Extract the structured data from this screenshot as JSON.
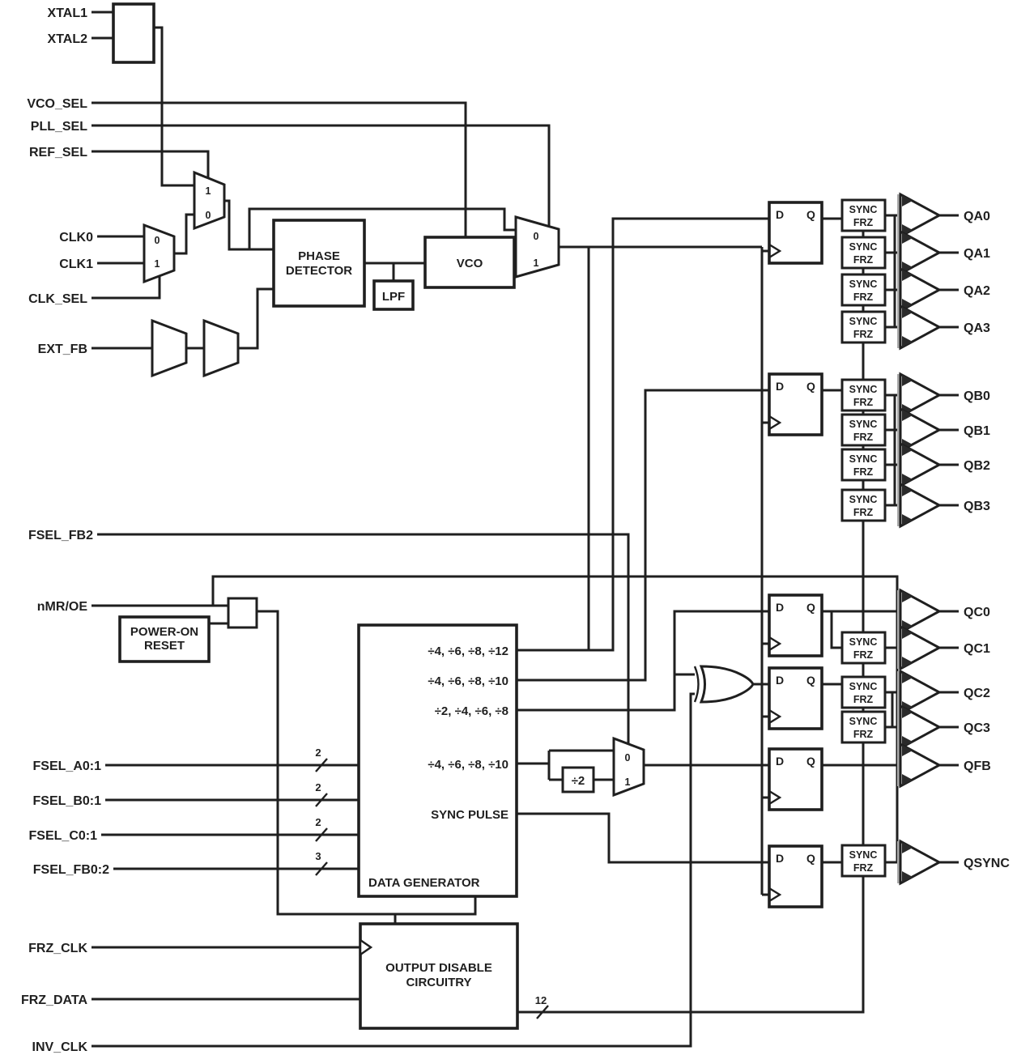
{
  "inputs": {
    "xtal1": "XTAL1",
    "xtal2": "XTAL2",
    "vco_sel": "VCO_SEL",
    "pll_sel": "PLL_SEL",
    "ref_sel": "REF_SEL",
    "clk0": "CLK0",
    "clk1": "CLK1",
    "clk_sel": "CLK_SEL",
    "ext_fb": "EXT_FB",
    "fsel_fb2": "FSEL_FB2",
    "nmr_oe": "nMR/OE",
    "fsel_a": "FSEL_A0:1",
    "fsel_b": "FSEL_B0:1",
    "fsel_c": "FSEL_C0:1",
    "fsel_fb": "FSEL_FB0:2",
    "frz_clk": "FRZ_CLK",
    "frz_data": "FRZ_DATA",
    "inv_clk": "INV_CLK"
  },
  "outputs": {
    "qa0": "QA0",
    "qa1": "QA1",
    "qa2": "QA2",
    "qa3": "QA3",
    "qb0": "QB0",
    "qb1": "QB1",
    "qb2": "QB2",
    "qb3": "QB3",
    "qc0": "QC0",
    "qc1": "QC1",
    "qc2": "QC2",
    "qc3": "QC3",
    "qfb": "QFB",
    "qsync": "QSYNC"
  },
  "blocks": {
    "phase_detector_line1": "PHASE",
    "phase_detector_line2": "DETECTOR",
    "lpf": "LPF",
    "vco": "VCO",
    "por_line1": "POWER-ON",
    "por_line2": "RESET",
    "data_generator": "DATA GENERATOR",
    "output_disable_line1": "OUTPUT DISABLE",
    "output_disable_line2": "CIRCUITRY",
    "div2": "÷2",
    "dff_d": "D",
    "dff_q": "Q"
  },
  "frz_block": {
    "line1": "SYNC",
    "line2": "FRZ"
  },
  "dividers": {
    "row_a": "÷4, ÷6, ÷8, ÷12",
    "row_b": "÷4, ÷6, ÷8, ÷10",
    "row_c": "÷2, ÷4, ÷6, ÷8",
    "row_fb": "÷4, ÷6, ÷8, ÷10",
    "sync_pulse": "SYNC PULSE"
  },
  "bus_widths": {
    "fsel_a": "2",
    "fsel_b": "2",
    "fsel_c": "2",
    "fsel_fb": "3",
    "frz": "12"
  },
  "mux": {
    "zero": "0",
    "one": "1"
  },
  "colors": {
    "line": "#1f1f1f",
    "shade": "#ababab",
    "background": "#ffffff"
  }
}
